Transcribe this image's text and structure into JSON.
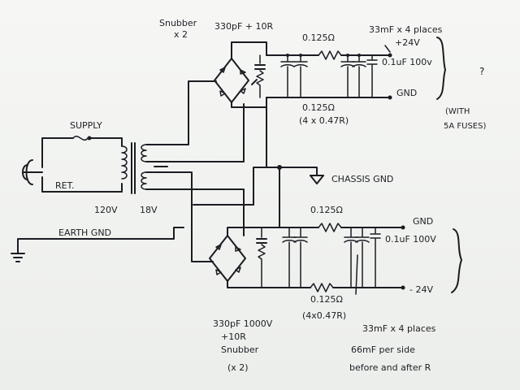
{
  "labels": {
    "snubber_top": "Snubber",
    "snubber_top_qty": "x 2",
    "snubber_top_value": "330pF + 10R",
    "res_top": "0.125Ω",
    "res_top_detail": "(4 x 0.47R)",
    "cap_top": "33mF x 4 places",
    "plus24v": "+24V",
    "cap_small_top": "0.1uF 100v",
    "gnd_top": "GND",
    "question": "?",
    "with": "(WITH",
    "fuses": "5A FUSES)",
    "supply": "SUPPLY",
    "ret": "RET.",
    "v120": "120V",
    "v18": "18V",
    "chassis_gnd": "CHASSIS GND",
    "earth_gnd": "EARTH GND",
    "res_bot": "0.125Ω",
    "gnd_bot": "GND",
    "cap_small_bot": "0.1uF 100V",
    "res_bot2": "0.125Ω",
    "res_bot2_detail": "(4x0.47R)",
    "minus24v": "- 24V",
    "snubber_bot_value": "330pF 1000V",
    "snubber_bot_r": "+10R",
    "snubber_bot": "Snubber",
    "snubber_bot_qty": "(x 2)",
    "cap_bot": "33mF x 4 places",
    "note_line1": "66mF per side",
    "note_line2": "before and after R"
  }
}
